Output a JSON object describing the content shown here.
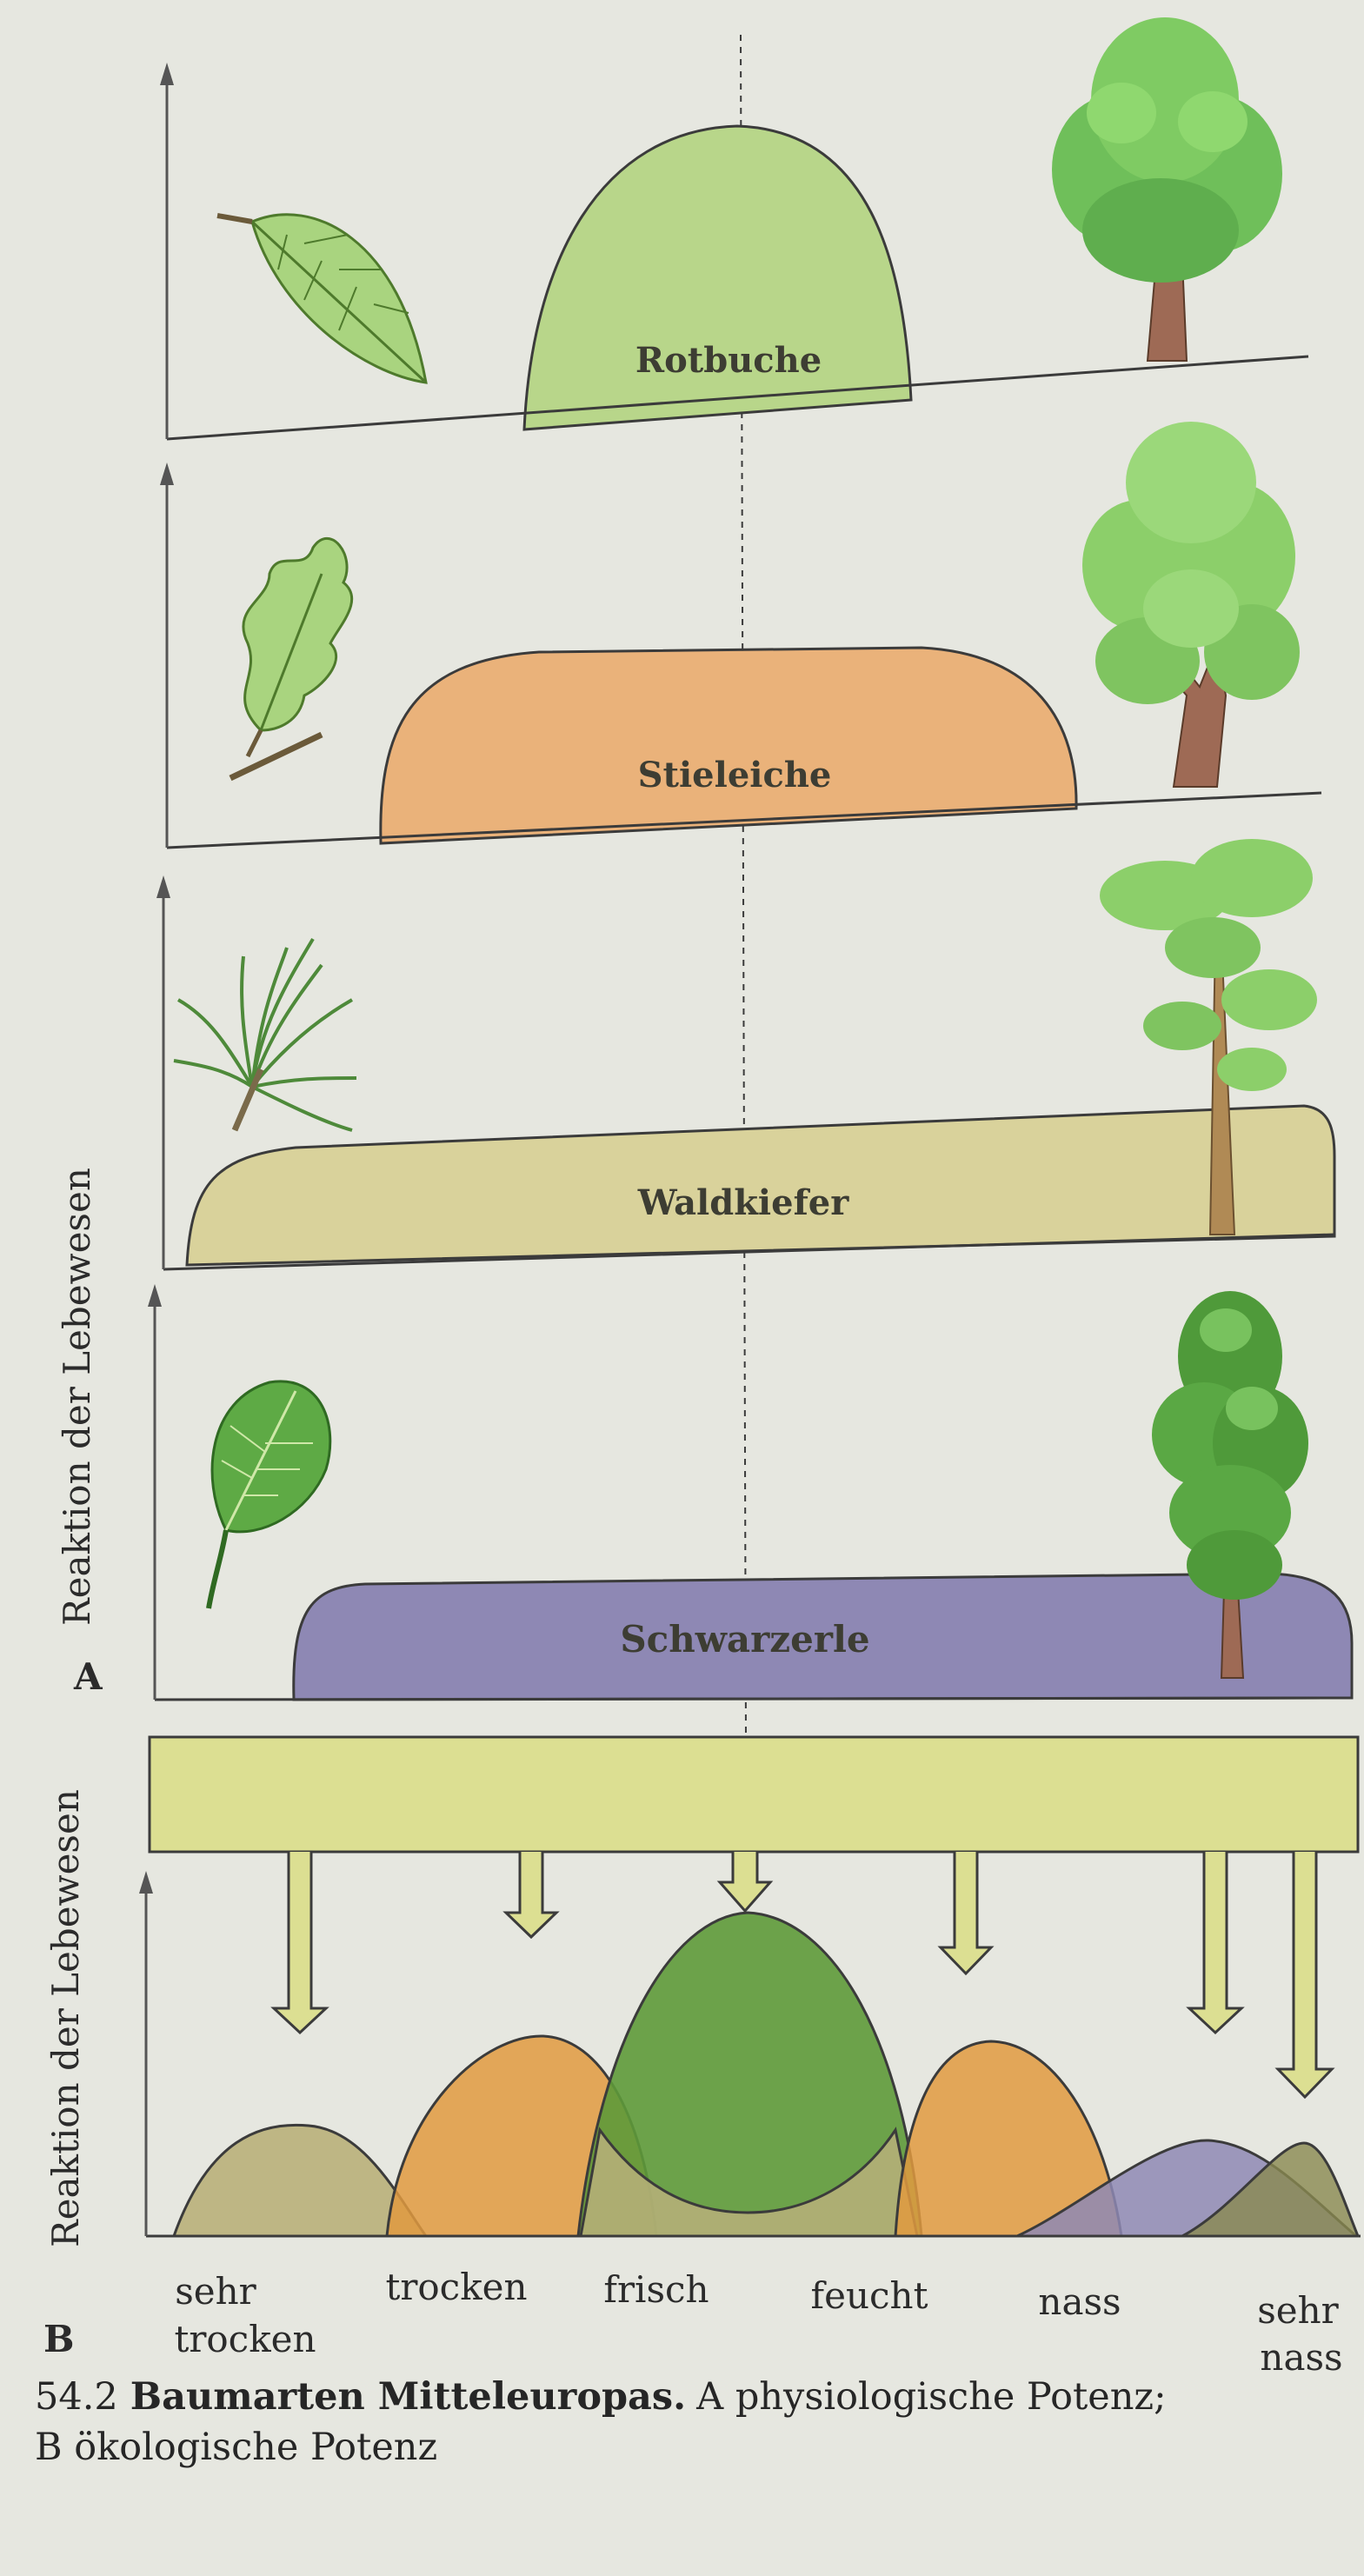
{
  "colors": {
    "background": "#e6e7e0",
    "rotbuche": "#b8d68a",
    "stieleiche": "#eab27a",
    "waldkiefer": "#d9d29b",
    "schwarzerle": "#8e88b4",
    "band": "#dcdf92",
    "arrow": "#dcdf92",
    "line": "#3b3b3b"
  },
  "panel_a": {
    "label": "A",
    "y_axis_label": "Reaktion der Lebewesen",
    "species": [
      {
        "name": "Rotbuche",
        "icon": "beech-leaf-icon",
        "tree": "beech-tree-icon"
      },
      {
        "name": "Stieleiche",
        "icon": "oak-leaf-icon",
        "tree": "oak-tree-icon"
      },
      {
        "name": "Waldkiefer",
        "icon": "pine-needles-icon",
        "tree": "pine-tree-icon"
      },
      {
        "name": "Schwarzerle",
        "icon": "alder-leaf-icon",
        "tree": "alder-tree-icon"
      }
    ]
  },
  "panel_b": {
    "label": "B",
    "y_axis_label": "Reaktion der Lebewesen",
    "x_ticks": [
      {
        "line1": "sehr",
        "line2": "trocken"
      },
      {
        "line1": "trocken",
        "line2": ""
      },
      {
        "line1": "frisch",
        "line2": ""
      },
      {
        "line1": "feucht",
        "line2": ""
      },
      {
        "line1": "nass",
        "line2": ""
      },
      {
        "line1": "sehr",
        "line2": "nass"
      }
    ]
  },
  "caption": {
    "number": "54.2",
    "title": "Baumarten Mitteleuropas.",
    "text": "A physiologische Potenz;",
    "line2": "B ökologische Potenz"
  }
}
